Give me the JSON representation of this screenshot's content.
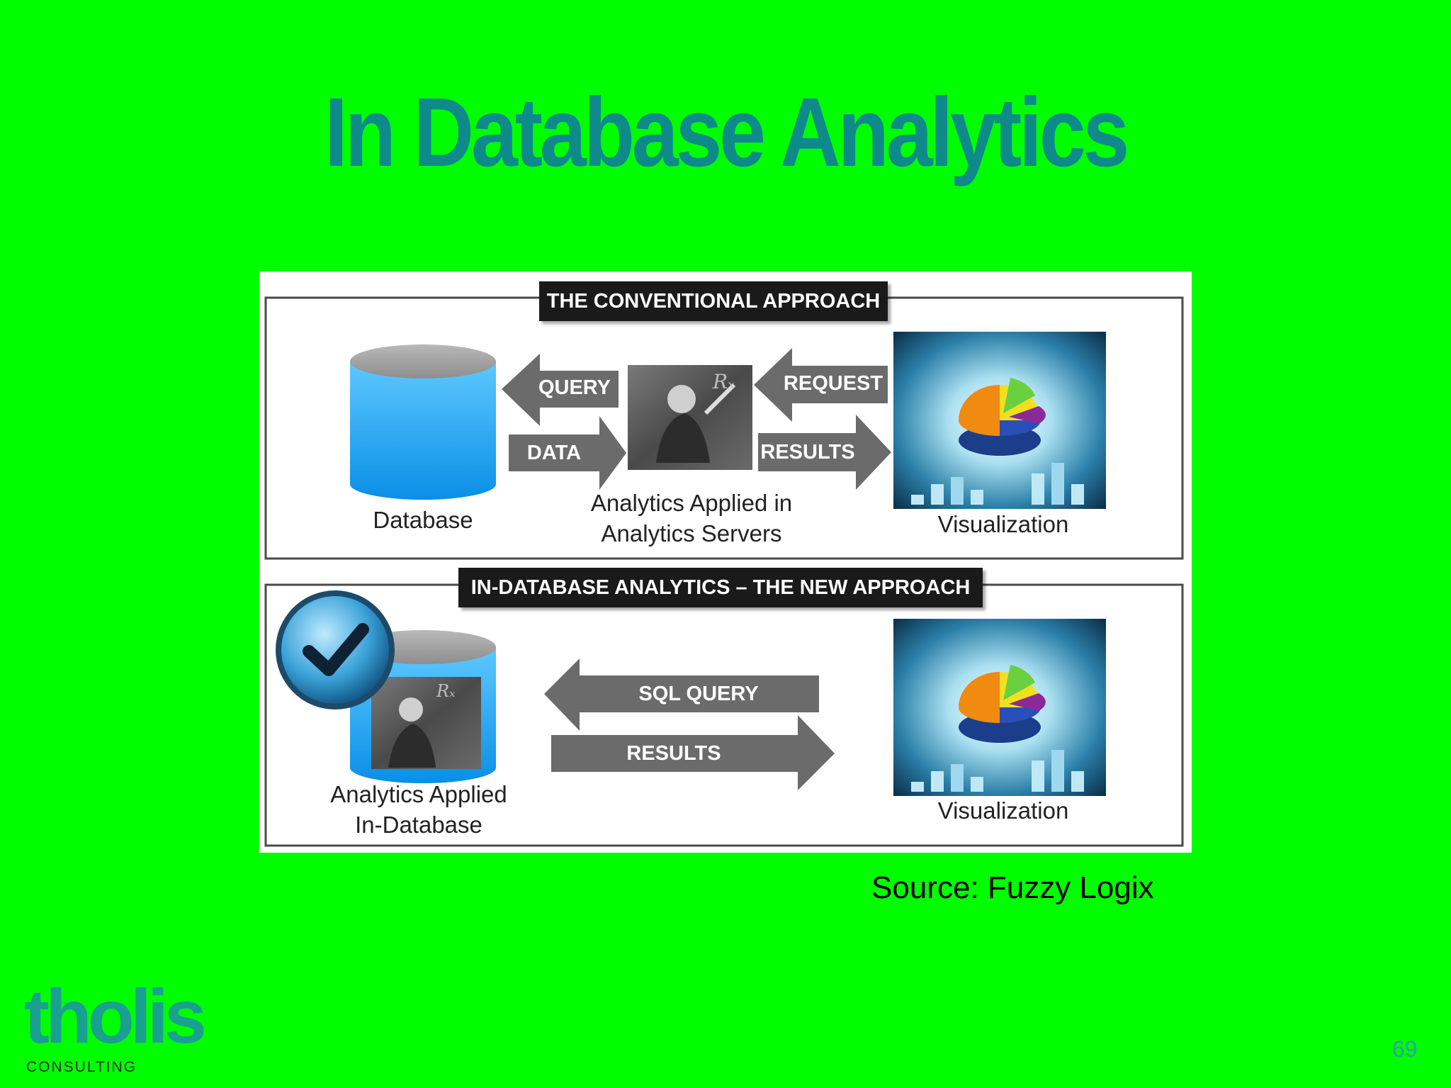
{
  "slide": {
    "title": "In Database Analytics",
    "source": "Source: Fuzzy Logix",
    "page_number": "69",
    "background_color": "#00fe00",
    "title_color": "#0f8a8a"
  },
  "logo": {
    "word": "tholis",
    "sub": "CONSULTING"
  },
  "diagram": {
    "conventional": {
      "banner": "THE CONVENTIONAL APPROACH",
      "arrows": {
        "query": "QUERY",
        "data": "DATA",
        "request": "REQUEST",
        "results": "RESULTS"
      },
      "captions": {
        "database": "Database",
        "analytics_line1": "Analytics Applied in",
        "analytics_line2": "Analytics Servers",
        "visualization": "Visualization"
      }
    },
    "new_approach": {
      "banner": "IN-DATABASE ANALYTICS – THE NEW APPROACH",
      "arrows": {
        "sql_query": "SQL QUERY",
        "results": "RESULTS"
      },
      "captions": {
        "indb_line1": "Analytics Applied",
        "indb_line2": "In-Database",
        "visualization": "Visualization"
      }
    }
  }
}
